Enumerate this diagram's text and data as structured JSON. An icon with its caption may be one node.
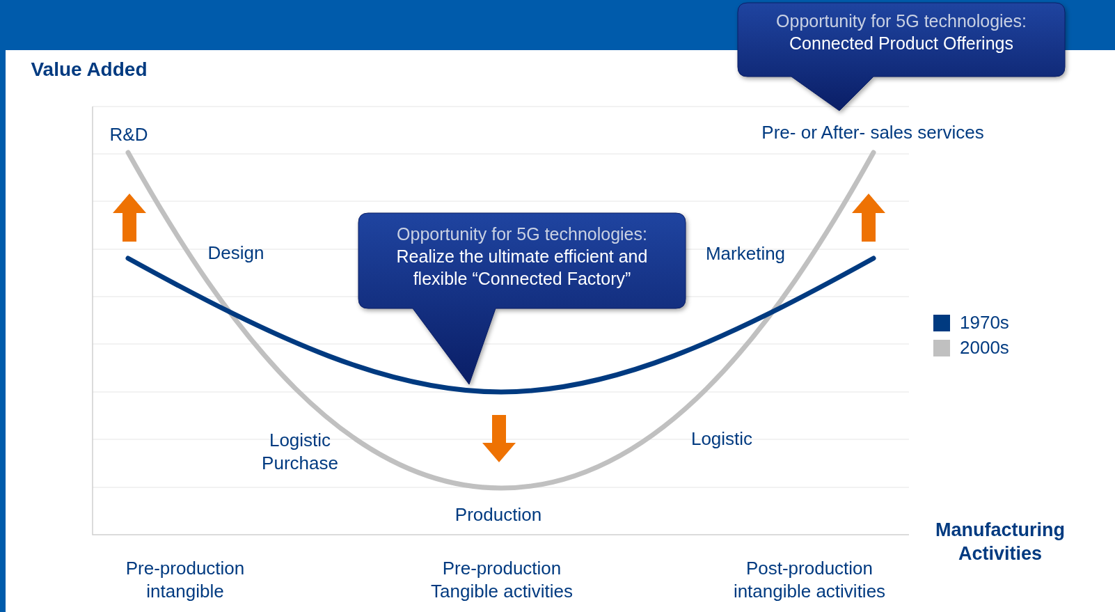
{
  "diagram": {
    "nodes": [
      {
        "text": [
          "Opportunity for 5G technologies:",
          "Connected Product Offerings"
        ]
      },
      {
        "text": [
          "Opportunity for 5G technologies:",
          "Realize the ultimate efficient and flexible “Connected Factory”"
        ]
      }
    ],
    "labels": [
      "Value Added",
      "R&D",
      "Pre- or After- sales services",
      "Design",
      "Marketing",
      "Logistic Purchase",
      "Logistic",
      "Production",
      "Manufacturing Activities",
      "Pre-production intangible",
      "Pre-production Tangible activities",
      "Post-production intangible activities"
    ],
    "legend": [
      {
        "text": "1970s",
        "color": "#003a80"
      },
      {
        "text": "2000s",
        "color": "#c0c0c0"
      }
    ]
  }
}
